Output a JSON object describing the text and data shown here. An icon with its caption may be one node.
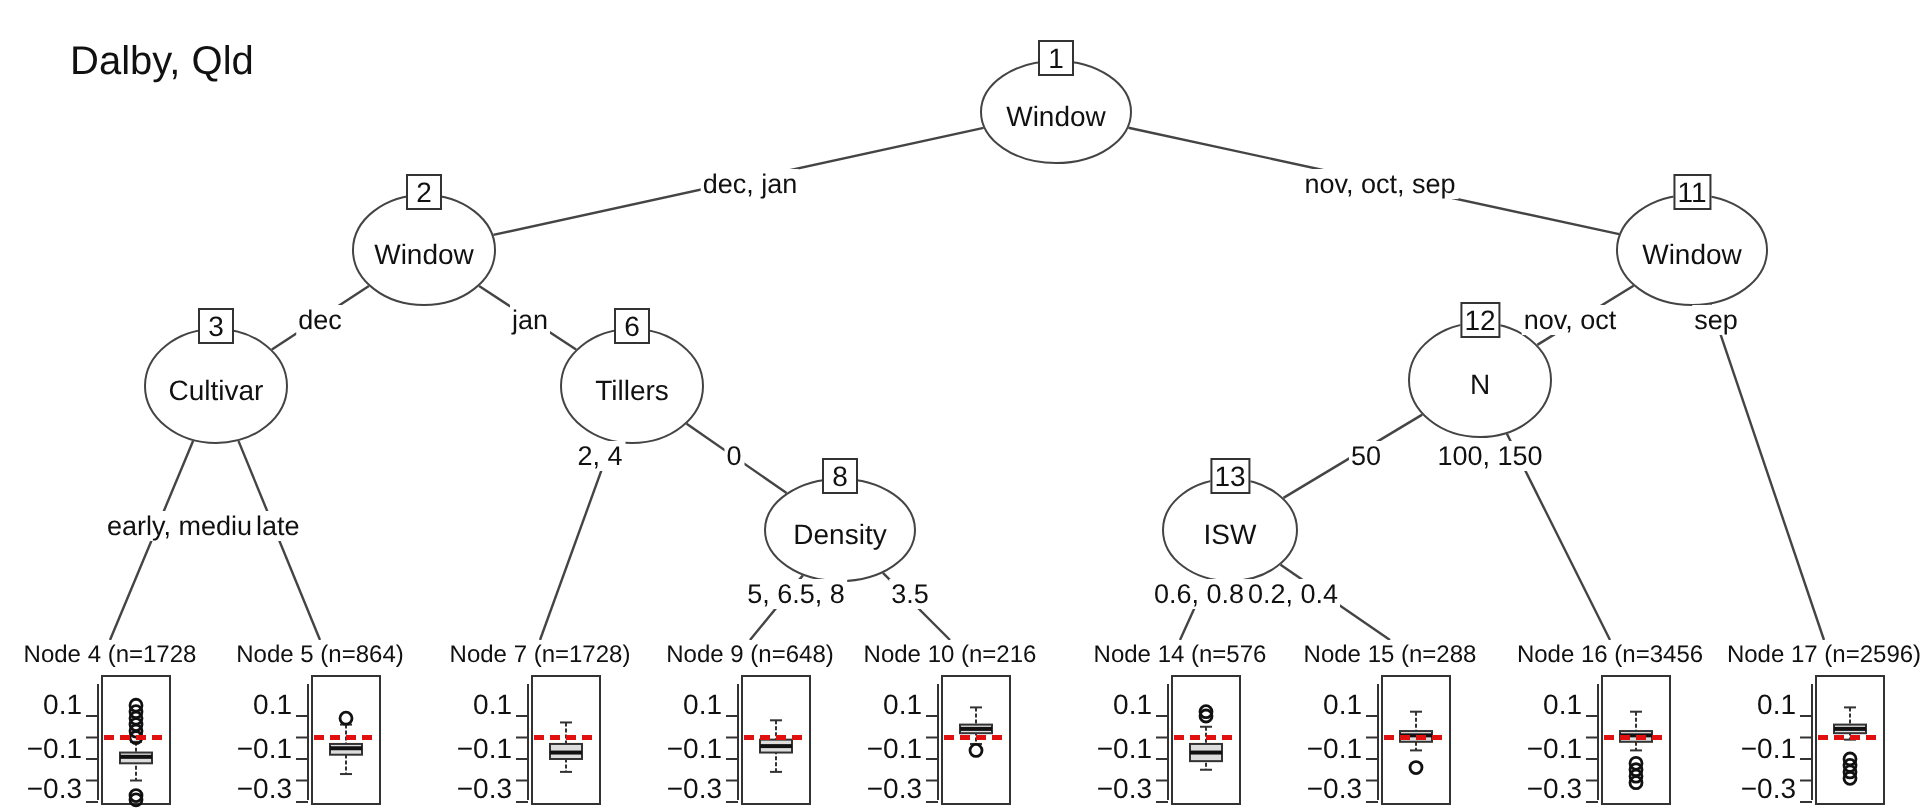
{
  "diagram": {
    "title": "Dalby, Qld",
    "nodes": [
      {
        "text": [
          "1",
          "Window"
        ]
      },
      {
        "text": [
          "2",
          "Window"
        ]
      },
      {
        "text": [
          "3",
          "Cultivar"
        ]
      },
      {
        "text": [
          "Node 4 (n=1728",
          "0.1",
          "−0.1",
          "−0.3"
        ]
      },
      {
        "text": [
          "Node 5 (n=864)",
          "0.1",
          "−0.1",
          "−0.3"
        ]
      },
      {
        "text": [
          "6",
          "Tillers"
        ]
      },
      {
        "text": [
          "Node 7 (n=1728)",
          "0.1",
          "−0.1",
          "−0.3"
        ]
      },
      {
        "text": [
          "8",
          "Density"
        ]
      },
      {
        "text": [
          "Node 9 (n=648)",
          "0.1",
          "−0.1",
          "−0.3"
        ]
      },
      {
        "text": [
          "Node 10 (n=216",
          "0.1",
          "−0.1",
          "−0.3"
        ]
      },
      {
        "text": [
          "11",
          "Window"
        ]
      },
      {
        "text": [
          "12",
          "N"
        ]
      },
      {
        "text": [
          "13",
          "ISW"
        ]
      },
      {
        "text": [
          "Node 14 (n=576",
          "0.1",
          "−0.1",
          "−0.3"
        ]
      },
      {
        "text": [
          "Node 15 (n=288",
          "0.1",
          "−0.1",
          "−0.3"
        ]
      },
      {
        "text": [
          "Node 16 (n=3456",
          "0.1",
          "−0.1",
          "−0.3"
        ]
      },
      {
        "text": [
          "Node 17 (n=2596)",
          "0.1",
          "−0.1",
          "−0.3"
        ]
      }
    ],
    "edges": [
      {
        "from": 0,
        "to": 1,
        "arrow": "none",
        "label": "dec, jan"
      },
      {
        "from": 0,
        "to": 10,
        "arrow": "none",
        "label": "nov, oct, sep"
      },
      {
        "from": 1,
        "to": 2,
        "arrow": "none",
        "label": "dec"
      },
      {
        "from": 1,
        "to": 5,
        "arrow": "none",
        "label": "jan"
      },
      {
        "from": 2,
        "to": 3,
        "arrow": "none",
        "label": "early, mediu"
      },
      {
        "from": 2,
        "to": 4,
        "arrow": "none",
        "label": "late"
      },
      {
        "from": 5,
        "to": 6,
        "arrow": "none",
        "label": "2, 4"
      },
      {
        "from": 5,
        "to": 7,
        "arrow": "none",
        "label": "0"
      },
      {
        "from": 7,
        "to": 8,
        "arrow": "none",
        "label": "5, 6.5, 8"
      },
      {
        "from": 7,
        "to": 9,
        "arrow": "none",
        "label": "3.5"
      },
      {
        "from": 10,
        "to": 11,
        "arrow": "none",
        "label": "nov, oct"
      },
      {
        "from": 10,
        "to": 16,
        "arrow": "none",
        "label": "sep"
      },
      {
        "from": 11,
        "to": 12,
        "arrow": "none",
        "label": "50"
      },
      {
        "from": 11,
        "to": 15,
        "arrow": "none",
        "label": "100, 150"
      },
      {
        "from": 12,
        "to": 13,
        "arrow": "none",
        "label": "0.6, 0.8"
      },
      {
        "from": 12,
        "to": 14,
        "arrow": "none",
        "label": "0.2, 0.4"
      }
    ]
  }
}
